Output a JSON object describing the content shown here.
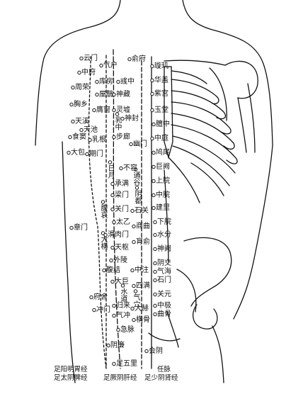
{
  "points": {
    "yunmen": "云门",
    "qihu": "气户",
    "zhongfu": "中府",
    "yufu": "俞府",
    "tanzhong_top": "璇玑",
    "kufang": "库房",
    "yuzhong": "彧中",
    "huagai": "华盖",
    "zhourong": "周荣",
    "wuyi": "屋翳",
    "shencang": "神藏",
    "zigong": "紫宫",
    "xiongxiang": "胸乡",
    "yingchuang": "膺窗",
    "lingxu": "灵墟",
    "yutang": "玉堂",
    "tianxi": "天溪",
    "ruzhong": "乳中",
    "tianchi": "天池",
    "shenfeng": "神封",
    "shanzhong": "膻中",
    "shidou": "食窦",
    "rugen": "乳根",
    "bulang": "步廊",
    "zhongting": "中庭",
    "dabao": "大包",
    "qimen": "期门",
    "youmen": "幽门",
    "jiuwei": "鸠尾",
    "riyue": "日月",
    "burong": "不容",
    "futonggu": "通谷",
    "juque": "巨阙",
    "chengman": "承满",
    "yindu": "阴都",
    "shangwan": "上脘",
    "liangmen": "梁门",
    "zhongwan": "中脘",
    "guanmen": "关门",
    "shiguan": "石关",
    "jianli": "建里",
    "fuai": "腹哀",
    "taiyi": "太乙",
    "shangqu": "商曲",
    "xiawan": "下脘",
    "zhangmen": "章门",
    "huaroumen": "滑肉门",
    "shuifen": "水分",
    "daheng": "大横",
    "tianshu": "天枢",
    "huangshu": "肓俞",
    "shenque": "神阙",
    "wailing": "外陵",
    "zhongzhu": "中注",
    "yinjiao": "阴交",
    "fujie": "腹结",
    "siman": "四满",
    "qihai": "气海",
    "daju": "大巨",
    "shimen": "石门",
    "shuidao": "水道",
    "qixue": "气穴",
    "guanyuan": "关元",
    "fushe": "府舍",
    "chongmen": "冲门",
    "guilai": "归来",
    "dahe": "大赫",
    "zhongji": "中极",
    "qichong": "气冲",
    "henggu": "横骨",
    "qugu": "曲骨",
    "jimai": "急脉",
    "yinlian": "阴廉",
    "huiyin": "会阴",
    "zuwuli": "足五里"
  },
  "meridians": {
    "stomach": "足阳明胃经",
    "spleen": "足太阴脾经",
    "liver": "足厥阴肝经",
    "ren": "任脉",
    "kidney": "足少阴肾经"
  }
}
